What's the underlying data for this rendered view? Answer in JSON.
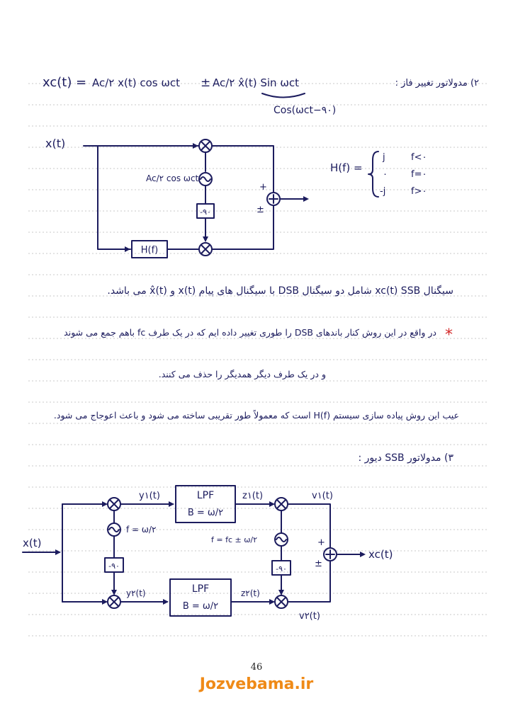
{
  "section2": {
    "heading": "۲) مدولاتور تغییر فاز :",
    "formula_lhs": "xc(t) =",
    "formula_term1": "Ac/۲ x(t) cos ωct",
    "formula_pm": "±",
    "formula_term2": "Ac/۲ x̂(t) Sin ωct",
    "formula_note": "Cos(ωct−۹۰)"
  },
  "diagram1": {
    "input": "x(t)",
    "carrier": "Ac/۲ cos ωct",
    "phase_shift": "-۹۰",
    "hilbert_block": "H(f)",
    "sum_plus": "+",
    "sum_pm": "±",
    "hf_label": "H(f) =",
    "hf_cases": [
      {
        "value": "j",
        "cond": "f<۰"
      },
      {
        "value": "۰",
        "cond": "f=۰"
      },
      {
        "value": "-j",
        "cond": "f>۰"
      }
    ]
  },
  "notes": {
    "line1": "سیگنال xc(t) SSB شامل دو سیگنال DSB با سیگنال های پیام x(t) و x̂(t) می باشد.",
    "line2_star": "*",
    "line2": "در واقع در این روش کنار باندهای DSB را طوری تغییر داده ایم که در یک طرف fc باهم جمع می شوند",
    "line3": "و در یک طرف دیگر همدیگر را حذف می کنند.",
    "line4": "عیب این روش پیاده سازی سیستم H(f) است که معمولاً طور تقریبی ساخته می شود و باعث اعوجاج می شود."
  },
  "section3": {
    "heading": "۳) مدولاتور SSB دیور :"
  },
  "diagram2": {
    "input": "x(t)",
    "output": "xc(t)",
    "y1": "y۱(t)",
    "y2": "y۲(t)",
    "z1": "z۱(t)",
    "z2": "z۲(t)",
    "v1": "v۱(t)",
    "v2": "v۲(t)",
    "lpf_title": "LPF",
    "lpf_band": "B = ω/۲",
    "osc1": "f = ω/۲",
    "osc2": "f = fc ± ω/۲",
    "phase_shift": "-۹۰",
    "sum_plus": "+",
    "sum_pm": "±"
  },
  "footer": {
    "page_number": "46",
    "site": "Jozvebama.ir"
  }
}
